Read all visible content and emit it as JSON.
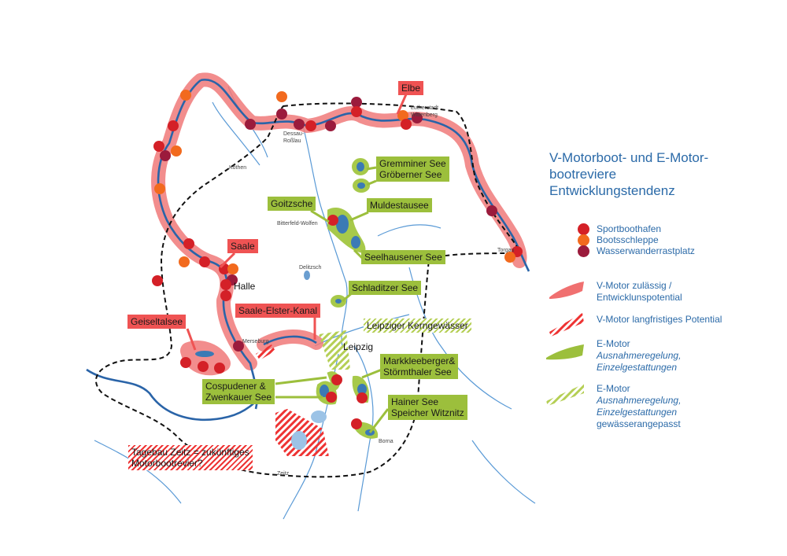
{
  "legend": {
    "title_line1": "V-Motorboot- und E-Motor-",
    "title_line2": "bootreviere",
    "title_line3": "Entwicklungstendenz",
    "points": [
      {
        "label": "Sportboothafen",
        "color": "#d42027"
      },
      {
        "label": "Bootsschleppe",
        "color": "#f26a1e"
      },
      {
        "label": "Wasserwanderrastplatz",
        "color": "#9b1b3c"
      }
    ],
    "areas": [
      {
        "line1": "V-Motor zulässig /",
        "line2": "Entwicklunspotential"
      },
      {
        "line1": "V-Motor langfristiges Potential"
      },
      {
        "line1": "E-Motor",
        "line2": "Ausnahmeregelung,",
        "line3": "Einzelgestattungen"
      },
      {
        "line1": "E-Motor",
        "line2": "Ausnahmeregelung,",
        "line3": "Einzelgestattungen",
        "line4": "gewässerangepasst"
      }
    ]
  },
  "callouts": {
    "elbe": "Elbe",
    "saale": "Saale",
    "geiseltalsee": "Geiseltalsee",
    "kanal": "Saale-Elster-Kanal",
    "zeitz_1": "Tagebau Zeitz = zukünftiges",
    "zeitz_2": "Motorbootrevier?",
    "gremminer": "Gremminer See",
    "groeberner": "Gröberner See",
    "goitzsche": "Goitzsche",
    "muldestausee": "Muldestausee",
    "seelhausener": "Seelhausener See",
    "schladitzer": "Schladitzer See",
    "leipziger": "Leipziger Kerngewässer",
    "markkleeberger_1": "Markkleeberger&",
    "markkleeberger_2": "Störmthaler See",
    "cospudener_1": "Cospudener &",
    "cospudener_2": "Zwenkauer See",
    "hainer_1": "Hainer See",
    "hainer_2": "Speicher Witznitz"
  },
  "towns": {
    "dessau": "Dessau-",
    "rosslau": "Roßlau",
    "wittenberg_1": "Lutherstadt",
    "wittenberg_2": "Wittenberg",
    "koethen": "Köthen",
    "bitterfeld": "Bitterfeld-Wolfen",
    "delitzsch": "Delitzsch",
    "torgau": "Torgau",
    "halle": "Halle",
    "merseburg": "Merseburg",
    "leipzig": "Leipzig",
    "borna": "Borna",
    "zeitz": "Zeitz"
  },
  "colors": {
    "v_motor": "#f07070",
    "e_motor": "#9cbf3c",
    "river": "#2a64a8",
    "boundary": "#111111"
  }
}
